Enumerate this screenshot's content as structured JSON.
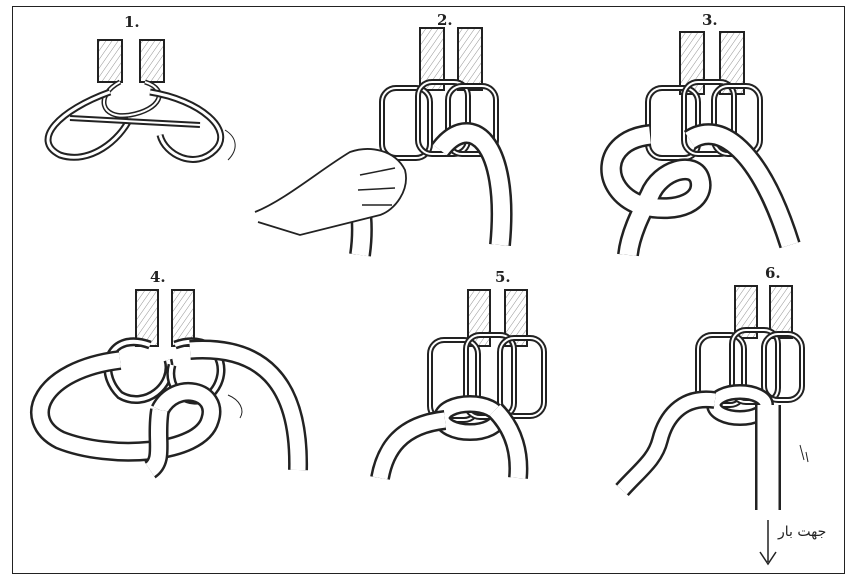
{
  "panels": [
    {
      "number": "1."
    },
    {
      "number": "2."
    },
    {
      "number": "3."
    },
    {
      "number": "4."
    },
    {
      "number": "5."
    },
    {
      "number": "6."
    }
  ],
  "load_direction_label": "جهت بار",
  "colors": {
    "ink": "#222222",
    "paper": "#ffffff",
    "shade": "#9a9a9a"
  }
}
